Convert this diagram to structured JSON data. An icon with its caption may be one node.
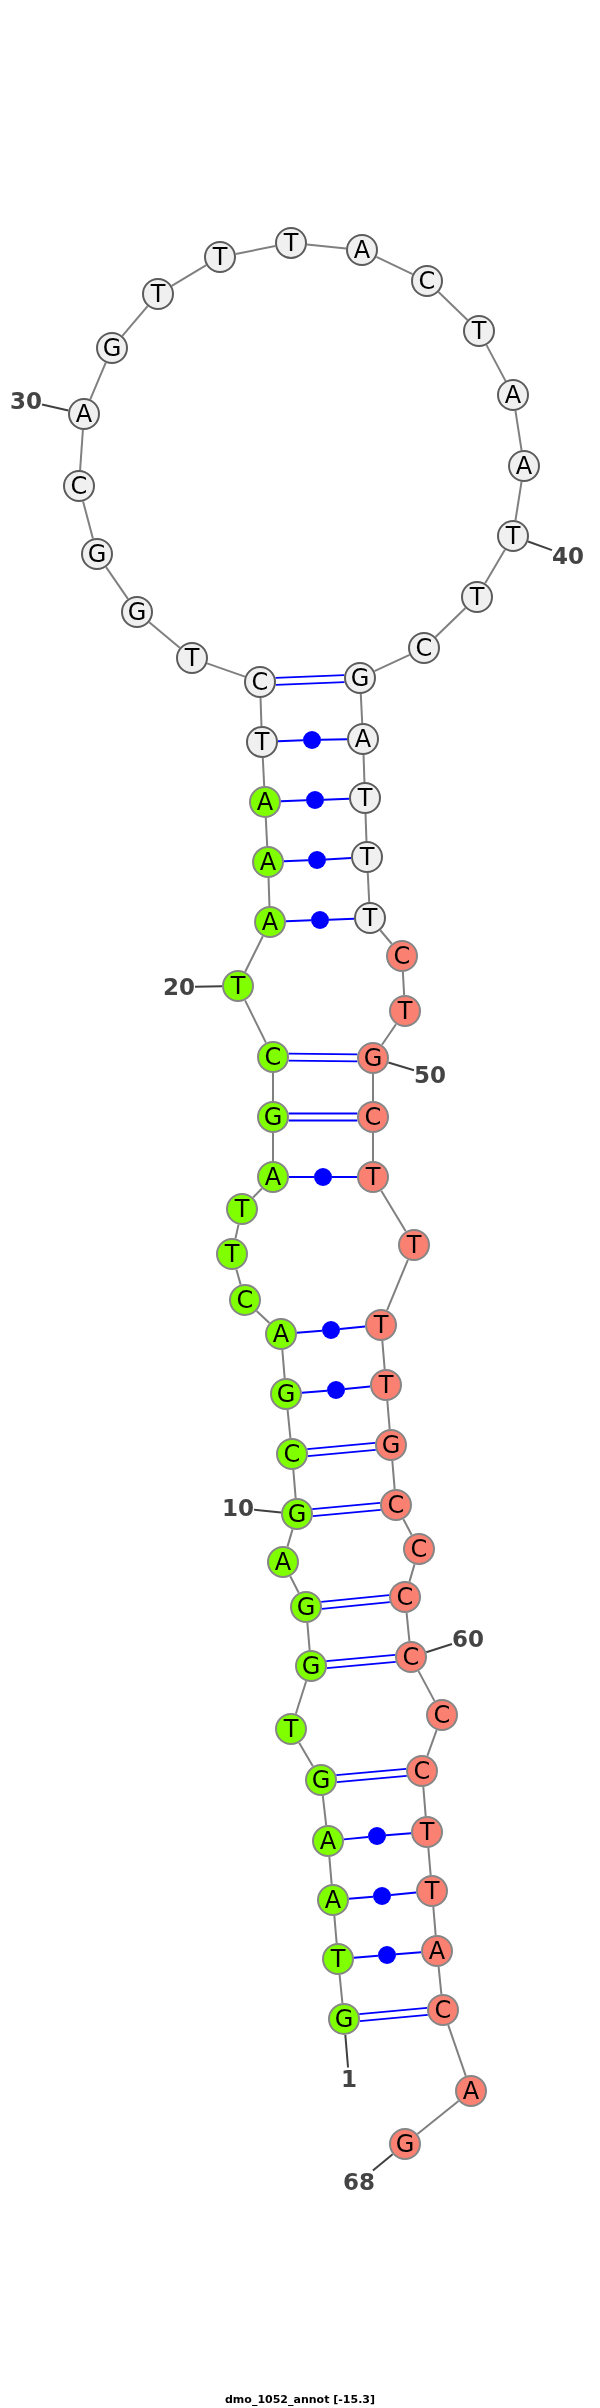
{
  "diagram": {
    "caption": "dmo_1052_annot [-15.3]",
    "nodes": [
      {
        "text": [
          "G"
        ]
      },
      {
        "text": [
          "T"
        ]
      },
      {
        "text": [
          "A"
        ]
      },
      {
        "text": [
          "A"
        ]
      },
      {
        "text": [
          "G"
        ]
      },
      {
        "text": [
          "T"
        ]
      },
      {
        "text": [
          "G"
        ]
      },
      {
        "text": [
          "G"
        ]
      },
      {
        "text": [
          "A"
        ]
      },
      {
        "text": [
          "G"
        ]
      },
      {
        "text": [
          "C"
        ]
      },
      {
        "text": [
          "G"
        ]
      },
      {
        "text": [
          "A"
        ]
      },
      {
        "text": [
          "C"
        ]
      },
      {
        "text": [
          "T"
        ]
      },
      {
        "text": [
          "T"
        ]
      },
      {
        "text": [
          "A"
        ]
      },
      {
        "text": [
          "G"
        ]
      },
      {
        "text": [
          "C"
        ]
      },
      {
        "text": [
          "T"
        ]
      },
      {
        "text": [
          "A"
        ]
      },
      {
        "text": [
          "A"
        ]
      },
      {
        "text": [
          "A"
        ]
      },
      {
        "text": [
          "T"
        ]
      },
      {
        "text": [
          "C"
        ]
      },
      {
        "text": [
          "T"
        ]
      },
      {
        "text": [
          "G"
        ]
      },
      {
        "text": [
          "G"
        ]
      },
      {
        "text": [
          "C"
        ]
      },
      {
        "text": [
          "A"
        ]
      },
      {
        "text": [
          "G"
        ]
      },
      {
        "text": [
          "T"
        ]
      },
      {
        "text": [
          "T"
        ]
      },
      {
        "text": [
          "T"
        ]
      },
      {
        "text": [
          "A"
        ]
      },
      {
        "text": [
          "C"
        ]
      },
      {
        "text": [
          "T"
        ]
      },
      {
        "text": [
          "A"
        ]
      },
      {
        "text": [
          "A"
        ]
      },
      {
        "text": [
          "T"
        ]
      },
      {
        "text": [
          "T"
        ]
      },
      {
        "text": [
          "C"
        ]
      },
      {
        "text": [
          "G"
        ]
      },
      {
        "text": [
          "A"
        ]
      },
      {
        "text": [
          "T"
        ]
      },
      {
        "text": [
          "T"
        ]
      },
      {
        "text": [
          "T"
        ]
      },
      {
        "text": [
          "C"
        ]
      },
      {
        "text": [
          "T"
        ]
      },
      {
        "text": [
          "G"
        ]
      },
      {
        "text": [
          "C"
        ]
      },
      {
        "text": [
          "T"
        ]
      },
      {
        "text": [
          "T"
        ]
      },
      {
        "text": [
          "T"
        ]
      },
      {
        "text": [
          "T"
        ]
      },
      {
        "text": [
          "G"
        ]
      },
      {
        "text": [
          "C"
        ]
      },
      {
        "text": [
          "C"
        ]
      },
      {
        "text": [
          "C"
        ]
      },
      {
        "text": [
          "C"
        ]
      },
      {
        "text": [
          "C"
        ]
      },
      {
        "text": [
          "C"
        ]
      },
      {
        "text": [
          "T"
        ]
      },
      {
        "text": [
          "T"
        ]
      },
      {
        "text": [
          "A"
        ]
      },
      {
        "text": [
          "C"
        ]
      },
      {
        "text": [
          "A"
        ]
      },
      {
        "text": [
          "G"
        ]
      },
      {
        "text": [
          "30"
        ]
      },
      {
        "text": [
          "40"
        ]
      },
      {
        "text": [
          "20"
        ]
      },
      {
        "text": [
          "50"
        ]
      },
      {
        "text": [
          "10"
        ]
      },
      {
        "text": [
          "60"
        ]
      },
      {
        "text": [
          "1"
        ]
      },
      {
        "text": [
          "68"
        ]
      },
      {
        "text": [],
        "shape": "circle"
      },
      {
        "text": [],
        "shape": "circle"
      },
      {
        "text": [],
        "shape": "circle"
      },
      {
        "text": [],
        "shape": "circle"
      },
      {
        "text": [],
        "shape": "circle"
      },
      {
        "text": [],
        "shape": "circle"
      },
      {
        "text": [],
        "shape": "circle"
      },
      {
        "text": [],
        "shape": "circle"
      },
      {
        "text": [],
        "shape": "circle"
      },
      {
        "text": [],
        "shape": "circle"
      }
    ],
    "edges": [
      {
        "from": 0,
        "to": 1,
        "arrow": "none"
      },
      {
        "from": 1,
        "to": 2,
        "arrow": "none"
      },
      {
        "from": 2,
        "to": 3,
        "arrow": "none"
      },
      {
        "from": 3,
        "to": 4,
        "arrow": "none"
      },
      {
        "from": 4,
        "to": 5,
        "arrow": "none"
      },
      {
        "from": 5,
        "to": 6,
        "arrow": "none"
      },
      {
        "from": 6,
        "to": 7,
        "arrow": "none"
      },
      {
        "from": 7,
        "to": 8,
        "arrow": "none"
      },
      {
        "from": 8,
        "to": 9,
        "arrow": "none"
      },
      {
        "from": 9,
        "to": 10,
        "arrow": "none"
      },
      {
        "from": 10,
        "to": 11,
        "arrow": "none"
      },
      {
        "from": 11,
        "to": 12,
        "arrow": "none"
      },
      {
        "from": 12,
        "to": 13,
        "arrow": "none"
      },
      {
        "from": 13,
        "to": 14,
        "arrow": "none"
      },
      {
        "from": 14,
        "to": 15,
        "arrow": "none"
      },
      {
        "from": 15,
        "to": 16,
        "arrow": "none"
      },
      {
        "from": 16,
        "to": 17,
        "arrow": "none"
      },
      {
        "from": 17,
        "to": 18,
        "arrow": "none"
      },
      {
        "from": 18,
        "to": 19,
        "arrow": "none"
      },
      {
        "from": 19,
        "to": 20,
        "arrow": "none"
      },
      {
        "from": 20,
        "to": 21,
        "arrow": "none"
      },
      {
        "from": 21,
        "to": 22,
        "arrow": "none"
      },
      {
        "from": 22,
        "to": 23,
        "arrow": "none"
      },
      {
        "from": 23,
        "to": 24,
        "arrow": "none"
      },
      {
        "from": 24,
        "to": 25,
        "arrow": "none"
      },
      {
        "from": 25,
        "to": 26,
        "arrow": "none"
      },
      {
        "from": 26,
        "to": 27,
        "arrow": "none"
      },
      {
        "from": 27,
        "to": 28,
        "arrow": "none"
      },
      {
        "from": 28,
        "to": 29,
        "arrow": "none"
      },
      {
        "from": 29,
        "to": 30,
        "arrow": "none"
      },
      {
        "from": 30,
        "to": 31,
        "arrow": "none"
      },
      {
        "from": 31,
        "to": 32,
        "arrow": "none"
      },
      {
        "from": 32,
        "to": 33,
        "arrow": "none"
      },
      {
        "from": 33,
        "to": 34,
        "arrow": "none"
      },
      {
        "from": 34,
        "to": 35,
        "arrow": "none"
      },
      {
        "from": 35,
        "to": 36,
        "arrow": "none"
      },
      {
        "from": 36,
        "to": 37,
        "arrow": "none"
      },
      {
        "from": 37,
        "to": 38,
        "arrow": "none"
      },
      {
        "from": 38,
        "to": 39,
        "arrow": "none"
      },
      {
        "from": 39,
        "to": 40,
        "arrow": "none"
      },
      {
        "from": 40,
        "to": 41,
        "arrow": "none"
      },
      {
        "from": 41,
        "to": 42,
        "arrow": "none"
      },
      {
        "from": 42,
        "to": 43,
        "arrow": "none"
      },
      {
        "from": 43,
        "to": 44,
        "arrow": "none"
      },
      {
        "from": 44,
        "to": 45,
        "arrow": "none"
      },
      {
        "from": 45,
        "to": 46,
        "arrow": "none"
      },
      {
        "from": 46,
        "to": 47,
        "arrow": "none"
      },
      {
        "from": 47,
        "to": 48,
        "arrow": "none"
      },
      {
        "from": 48,
        "to": 49,
        "arrow": "none"
      },
      {
        "from": 49,
        "to": 50,
        "arrow": "none"
      },
      {
        "from": 50,
        "to": 51,
        "arrow": "none"
      },
      {
        "from": 51,
        "to": 52,
        "arrow": "none"
      },
      {
        "from": 52,
        "to": 53,
        "arrow": "none"
      },
      {
        "from": 53,
        "to": 54,
        "arrow": "none"
      },
      {
        "from": 54,
        "to": 55,
        "arrow": "none"
      },
      {
        "from": 55,
        "to": 56,
        "arrow": "none"
      },
      {
        "from": 56,
        "to": 57,
        "arrow": "none"
      },
      {
        "from": 57,
        "to": 58,
        "arrow": "none"
      },
      {
        "from": 58,
        "to": 59,
        "arrow": "none"
      },
      {
        "from": 59,
        "to": 60,
        "arrow": "none"
      },
      {
        "from": 60,
        "to": 61,
        "arrow": "none"
      },
      {
        "from": 61,
        "to": 62,
        "arrow": "none"
      },
      {
        "from": 62,
        "to": 63,
        "arrow": "none"
      },
      {
        "from": 63,
        "to": 64,
        "arrow": "none"
      },
      {
        "from": 64,
        "to": 65,
        "arrow": "none"
      },
      {
        "from": 65,
        "to": 66,
        "arrow": "none"
      },
      {
        "from": 66,
        "to": 67,
        "arrow": "none"
      },
      {
        "from": 0,
        "to": 65,
        "arrow": "none",
        "color": "#0000ff"
      },
      {
        "from": 1,
        "to": 85,
        "arrow": "none",
        "color": "#0000ff"
      },
      {
        "from": 85,
        "to": 64,
        "arrow": "none",
        "color": "#0000ff"
      },
      {
        "from": 2,
        "to": 84,
        "arrow": "none",
        "color": "#0000ff"
      },
      {
        "from": 84,
        "to": 63,
        "arrow": "none",
        "color": "#0000ff"
      },
      {
        "from": 3,
        "to": 83,
        "arrow": "none",
        "color": "#0000ff"
      },
      {
        "from": 83,
        "to": 62,
        "arrow": "none",
        "color": "#0000ff"
      },
      {
        "from": 4,
        "to": 61,
        "arrow": "none",
        "color": "#0000ff"
      },
      {
        "from": 6,
        "to": 59,
        "arrow": "none",
        "color": "#0000ff"
      },
      {
        "from": 7,
        "to": 58,
        "arrow": "none",
        "color": "#0000ff"
      },
      {
        "from": 9,
        "to": 56,
        "arrow": "none",
        "color": "#0000ff"
      },
      {
        "from": 10,
        "to": 55,
        "arrow": "none",
        "color": "#0000ff"
      },
      {
        "from": 11,
        "to": 82,
        "arrow": "none",
        "color": "#0000ff"
      },
      {
        "from": 82,
        "to": 54,
        "arrow": "none",
        "color": "#0000ff"
      },
      {
        "from": 12,
        "to": 81,
        "arrow": "none",
        "color": "#0000ff"
      },
      {
        "from": 81,
        "to": 53,
        "arrow": "none",
        "color": "#0000ff"
      },
      {
        "from": 16,
        "to": 80,
        "arrow": "none",
        "color": "#0000ff"
      },
      {
        "from": 80,
        "to": 51,
        "arrow": "none",
        "color": "#0000ff"
      },
      {
        "from": 17,
        "to": 50,
        "arrow": "none",
        "color": "#0000ff"
      },
      {
        "from": 18,
        "to": 49,
        "arrow": "none",
        "color": "#0000ff"
      },
      {
        "from": 20,
        "to": 79,
        "arrow": "none",
        "color": "#0000ff"
      },
      {
        "from": 79,
        "to": 46,
        "arrow": "none",
        "color": "#0000ff"
      },
      {
        "from": 21,
        "to": 78,
        "arrow": "none",
        "color": "#0000ff"
      },
      {
        "from": 78,
        "to": 45,
        "arrow": "none",
        "color": "#0000ff"
      },
      {
        "from": 22,
        "to": 77,
        "arrow": "none",
        "color": "#0000ff"
      },
      {
        "from": 77,
        "to": 44,
        "arrow": "none",
        "color": "#0000ff"
      },
      {
        "from": 23,
        "to": 76,
        "arrow": "none",
        "color": "#0000ff"
      },
      {
        "from": 76,
        "to": 43,
        "arrow": "none",
        "color": "#0000ff"
      },
      {
        "from": 24,
        "to": 42,
        "arrow": "none",
        "color": "#0000ff"
      },
      {
        "from": 68,
        "to": 29,
        "arrow": "none",
        "color": "#404040"
      },
      {
        "from": 69,
        "to": 39,
        "arrow": "none",
        "color": "#404040"
      },
      {
        "from": 70,
        "to": 19,
        "arrow": "none",
        "color": "#404040"
      },
      {
        "from": 71,
        "to": 49,
        "arrow": "none",
        "color": "#404040"
      },
      {
        "from": 72,
        "to": 9,
        "arrow": "none",
        "color": "#404040"
      },
      {
        "from": 73,
        "to": 59,
        "arrow": "none",
        "color": "#404040"
      },
      {
        "from": 74,
        "to": 0,
        "arrow": "none",
        "color": "#404040"
      },
      {
        "from": 75,
        "to": 67,
        "arrow": "none",
        "color": "#404040"
      }
    ]
  }
}
